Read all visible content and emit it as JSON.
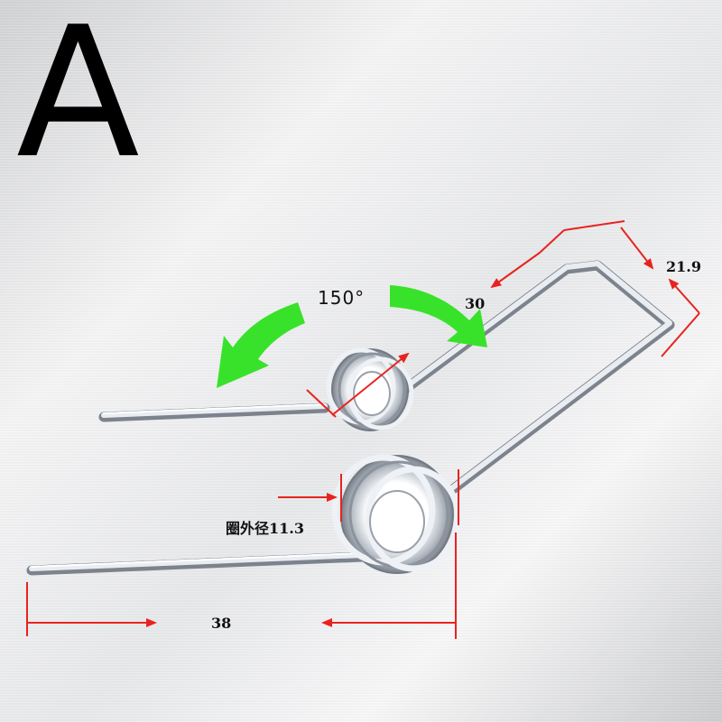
{
  "variant_letter": "A",
  "dimensions": {
    "angle": "150°",
    "arm_length": "30",
    "leg_width": "21.9",
    "coil_outer_diameter": "圈外径11.3",
    "total_length": "38"
  },
  "colors": {
    "dimension_lines": "#e8231f",
    "rotation_arrows": "#38e22a"
  }
}
